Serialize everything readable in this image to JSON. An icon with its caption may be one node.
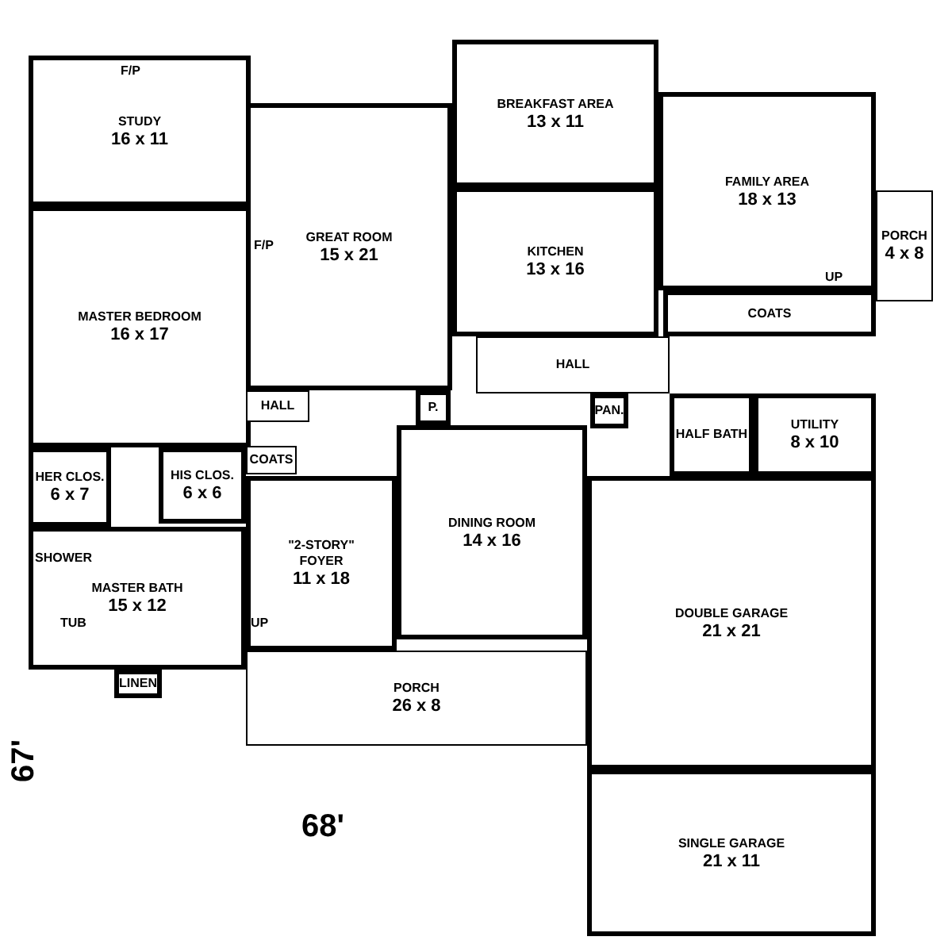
{
  "diagram": {
    "nodes": [
      {
        "text": [
          "STUDY",
          "16 x 11"
        ]
      },
      {
        "text": [
          "MASTER BEDROOM",
          "16 x 17"
        ]
      },
      {
        "text": [
          "HER CLOS.",
          "6 x 7"
        ]
      },
      {
        "text": [
          "HIS CLOS.",
          "6 x 6"
        ]
      },
      {
        "text": [
          "MASTER BATH",
          "15 x 12"
        ]
      },
      {
        "text": [
          "LINEN"
        ]
      },
      {
        "text": [
          "GREAT ROOM",
          "15 x 21"
        ]
      },
      {
        "text": [
          "BREAKFAST AREA",
          "13 x 11"
        ]
      },
      {
        "text": [
          "KITCHEN",
          "13 x 16"
        ]
      },
      {
        "text": [
          "FAMILY AREA",
          "18 x 13"
        ]
      },
      {
        "text": [
          "PORCH",
          "4 x 8"
        ]
      },
      {
        "text": [
          "COATS"
        ]
      },
      {
        "text": [
          "HALL"
        ]
      },
      {
        "text": [
          "P."
        ]
      },
      {
        "text": [
          "HALL"
        ]
      },
      {
        "text": [
          "PAN."
        ]
      },
      {
        "text": [
          "HALF BATH"
        ]
      },
      {
        "text": [
          "UTILITY",
          "8 x 10"
        ]
      },
      {
        "text": [
          "COATS"
        ]
      },
      {
        "text": [
          "\"2-STORY\"",
          "FOYER",
          "11 x 18"
        ]
      },
      {
        "text": [
          "DINING ROOM",
          "14 x 16"
        ]
      },
      {
        "text": [
          "PORCH",
          "26 x 8"
        ]
      },
      {
        "text": [
          "DOUBLE GARAGE",
          "21 x 21"
        ]
      },
      {
        "text": [
          "SINGLE GARAGE",
          "21 x 11"
        ]
      }
    ],
    "labels": [
      "F/P",
      "F/P",
      "UP",
      "SHOWER",
      "TUB",
      "UP",
      "67'",
      "68'"
    ]
  }
}
